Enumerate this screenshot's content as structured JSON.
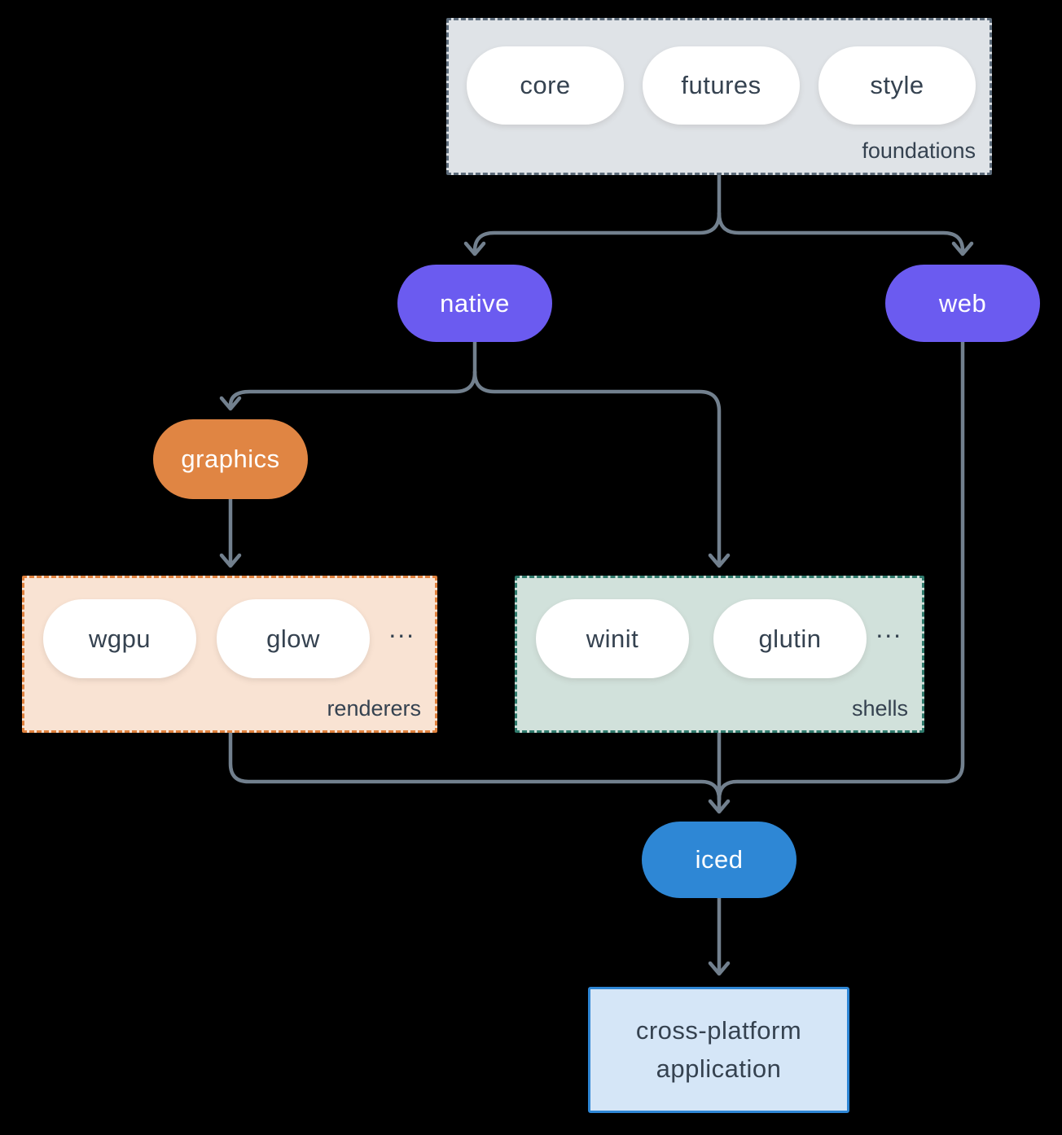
{
  "diagram": {
    "background_color": "#000000",
    "connector_color": "#72808e",
    "groups": {
      "foundations": {
        "label": "foundations",
        "items": [
          "core",
          "futures",
          "style"
        ],
        "fill": "#dfe3e7",
        "border": "#5d6c7b"
      },
      "renderers": {
        "label": "renderers",
        "items": [
          "wgpu",
          "glow"
        ],
        "ellipsis": "...",
        "fill": "#f9e3d3",
        "border": "#e0813d"
      },
      "shells": {
        "label": "shells",
        "items": [
          "winit",
          "glutin"
        ],
        "ellipsis": "...",
        "fill": "#d1e1db",
        "border": "#2f7a6c"
      }
    },
    "nodes": {
      "native": {
        "label": "native",
        "color": "#6b5bf0",
        "text_color": "#ffffff"
      },
      "web": {
        "label": "web",
        "color": "#6b5bf0",
        "text_color": "#ffffff"
      },
      "graphics": {
        "label": "graphics",
        "color": "#e08543",
        "text_color": "#ffffff"
      },
      "iced": {
        "label": "iced",
        "color": "#2e87d5",
        "text_color": "#ffffff"
      },
      "application": {
        "line1": "cross-platform",
        "line2": "application",
        "fill": "#d5e6f7",
        "border": "#2e86d5"
      }
    },
    "edges": [
      "foundations -> native",
      "foundations -> web",
      "native -> graphics",
      "native -> shells",
      "graphics -> renderers",
      "renderers -> iced",
      "shells -> iced",
      "web -> iced",
      "iced -> application"
    ]
  }
}
